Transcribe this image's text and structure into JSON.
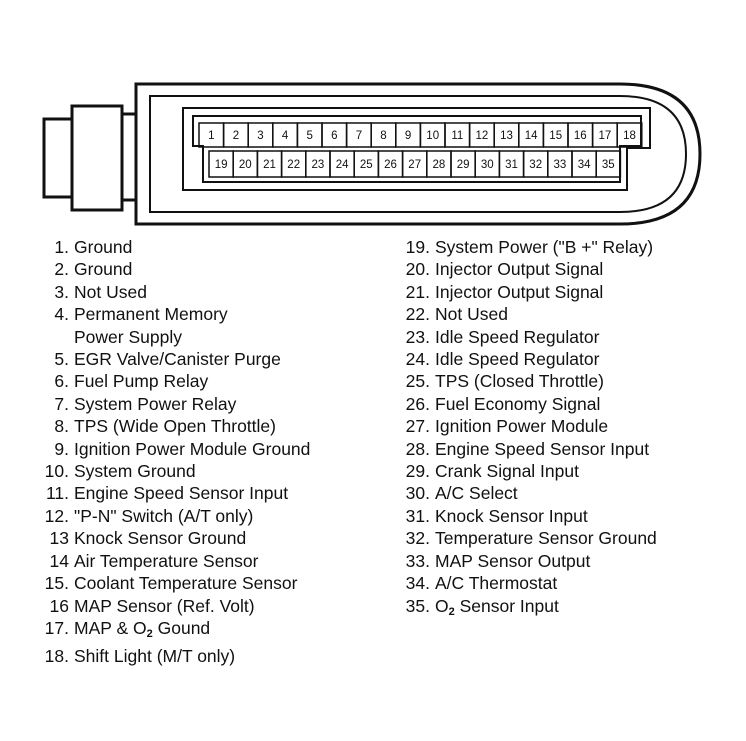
{
  "connector": {
    "top_row_pins": [
      "1",
      "2",
      "3",
      "4",
      "5",
      "6",
      "7",
      "8",
      "9",
      "10",
      "11",
      "12",
      "13",
      "14",
      "15",
      "16",
      "17",
      "18"
    ],
    "bottom_row_pins": [
      "19",
      "20",
      "21",
      "22",
      "23",
      "24",
      "25",
      "26",
      "27",
      "28",
      "29",
      "30",
      "31",
      "32",
      "33",
      "34",
      "35"
    ]
  },
  "legend_left": [
    {
      "num": "1.",
      "text": "Ground"
    },
    {
      "num": "2.",
      "text": "Ground"
    },
    {
      "num": "3.",
      "text": "Not Used"
    },
    {
      "num": "4.",
      "text": "Permanent Memory"
    },
    {
      "num": "",
      "text": "Power Supply"
    },
    {
      "num": "5.",
      "text": "EGR Valve/Canister Purge"
    },
    {
      "num": "6.",
      "text": "Fuel Pump Relay"
    },
    {
      "num": "7.",
      "text": "System Power Relay"
    },
    {
      "num": "8.",
      "text": "TPS (Wide Open Throttle)"
    },
    {
      "num": "9.",
      "text": "Ignition Power Module Ground"
    },
    {
      "num": "10.",
      "text": "System Ground"
    },
    {
      "num": "11.",
      "text": "Engine Speed Sensor Input"
    },
    {
      "num": "12.",
      "text": "\"P-N\" Switch (A/T only)"
    },
    {
      "num": "13",
      "text": "Knock Sensor Ground"
    },
    {
      "num": "14",
      "text": "Air Temperature Sensor"
    },
    {
      "num": "15.",
      "text": "Coolant Temperature Sensor"
    },
    {
      "num": "16",
      "text": "MAP Sensor (Ref. Volt)"
    },
    {
      "num": "17.",
      "text": "MAP & O",
      "sub": "2",
      "suffix": " Gound"
    },
    {
      "num": "18.",
      "text": "Shift Light (M/T only)"
    }
  ],
  "legend_right": [
    {
      "num": "19.",
      "text": "System Power (\"B +\" Relay)"
    },
    {
      "num": "20.",
      "text": "Injector Output Signal"
    },
    {
      "num": "21.",
      "text": "Injector Output Signal"
    },
    {
      "num": "22.",
      "text": "Not Used"
    },
    {
      "num": "23.",
      "text": "Idle Speed Regulator"
    },
    {
      "num": "24.",
      "text": "Idle Speed Regulator"
    },
    {
      "num": "25.",
      "text": "TPS (Closed Throttle)"
    },
    {
      "num": "26.",
      "text": "Fuel Economy Signal"
    },
    {
      "num": "27.",
      "text": "Ignition Power Module"
    },
    {
      "num": "28.",
      "text": "Engine Speed Sensor Input"
    },
    {
      "num": "29.",
      "text": "Crank Signal Input"
    },
    {
      "num": "30.",
      "text": "A/C Select"
    },
    {
      "num": "31.",
      "text": "Knock Sensor Input"
    },
    {
      "num": "32.",
      "text": "Temperature Sensor Ground"
    },
    {
      "num": "33.",
      "text": "MAP Sensor Output"
    },
    {
      "num": "34.",
      "text": "A/C Thermostat"
    },
    {
      "num": "35.",
      "text": "O",
      "sub": "2",
      "suffix": " Sensor Input"
    }
  ]
}
